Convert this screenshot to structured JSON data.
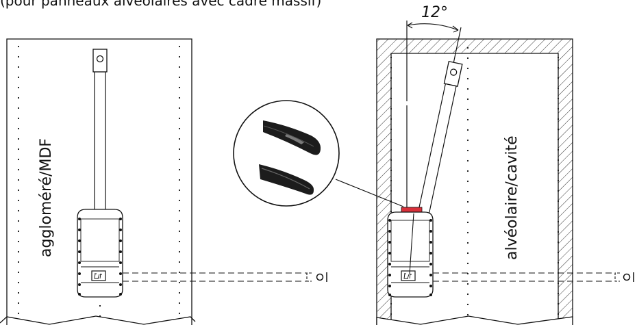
{
  "header": {
    "caption": "(pour panneaux alvéolaires avec cadre massif)"
  },
  "left_panel": {
    "material_label": "aggloméré/MDF"
  },
  "right_panel": {
    "material_label": "alvéolaire/cavité",
    "angle_label": "12°"
  },
  "colors": {
    "line": "#111111",
    "accent_red": "#d9303a",
    "background": "#ffffff"
  }
}
